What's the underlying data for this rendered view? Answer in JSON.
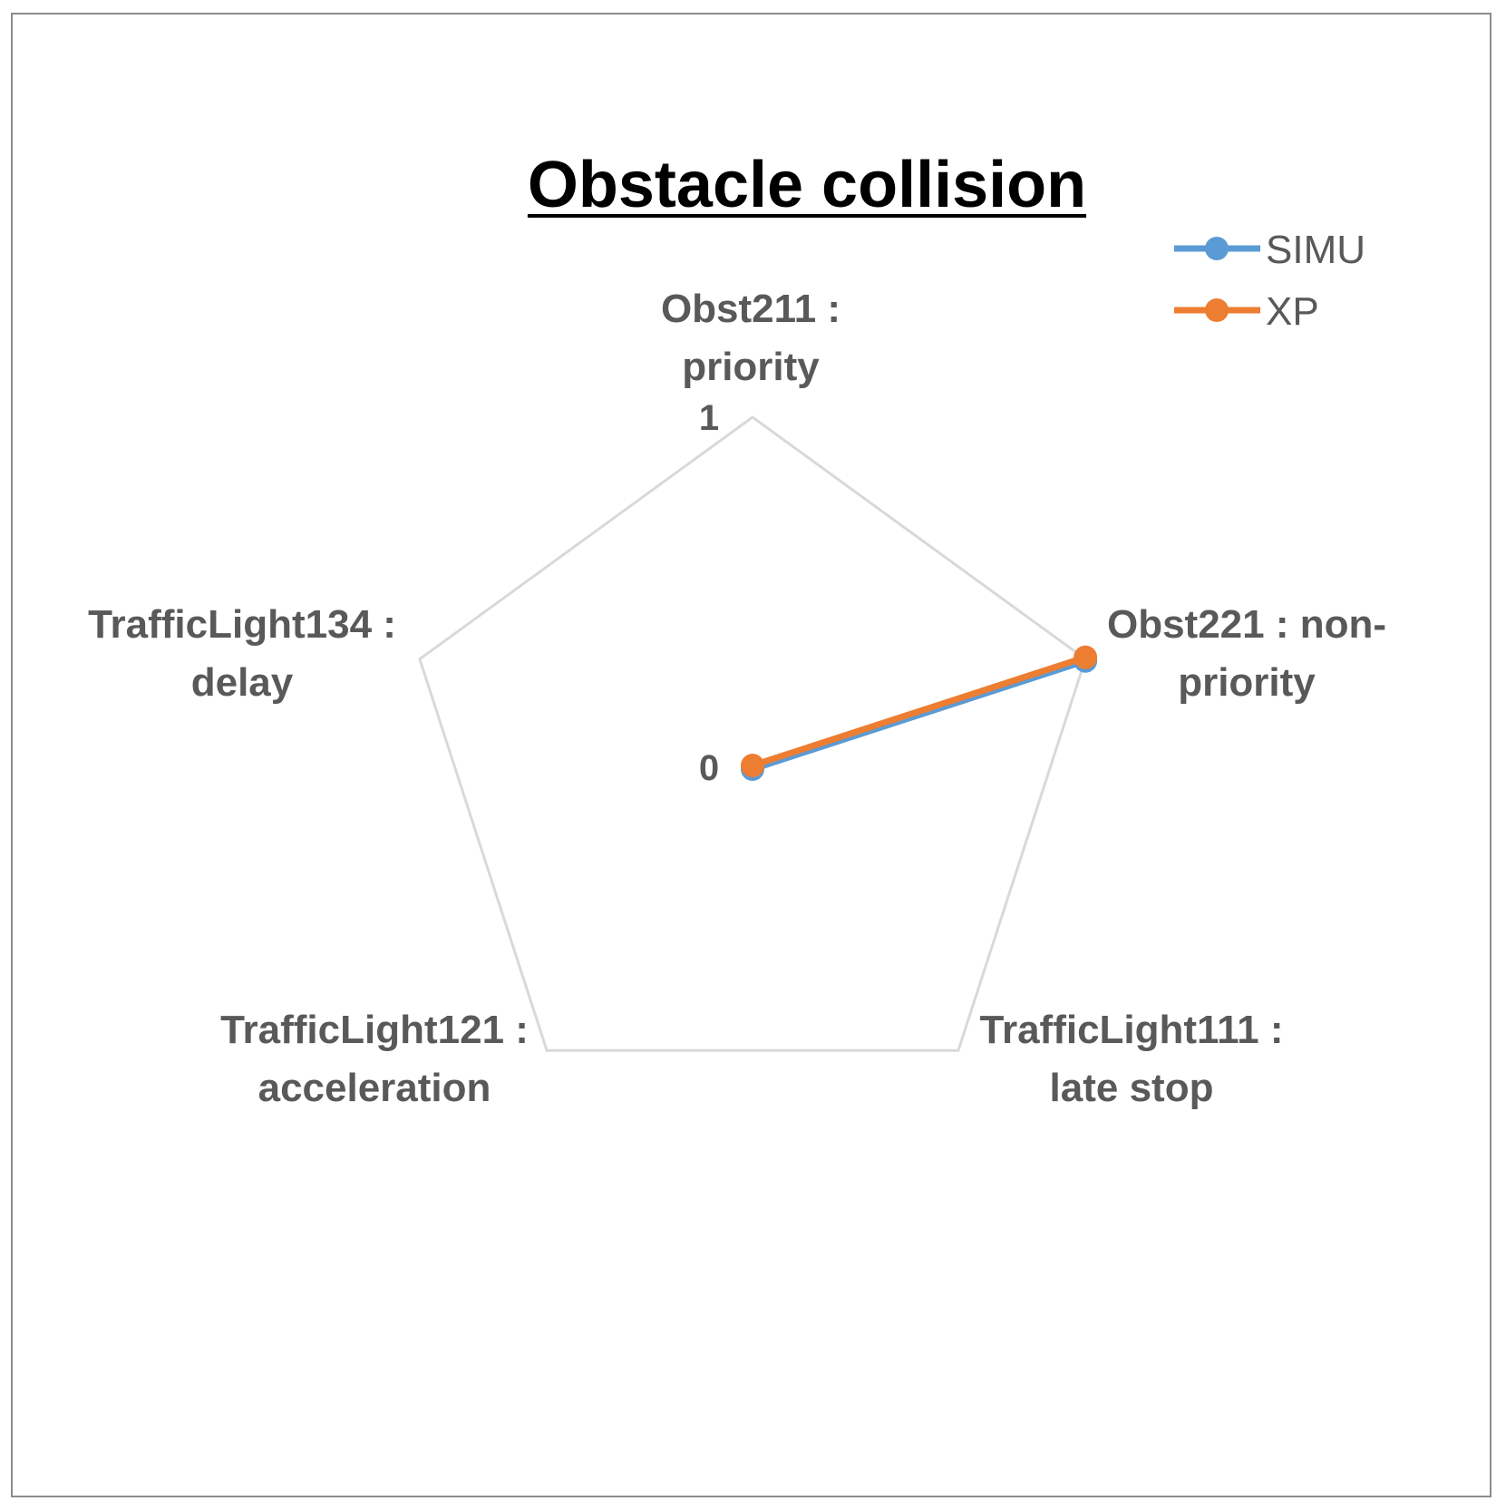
{
  "chart_data": {
    "type": "radar",
    "title": "Obstacle collision",
    "categories": [
      [
        "Obst211 :",
        "priority"
      ],
      [
        "Obst221 : non-",
        "priority"
      ],
      [
        "TrafficLight111 :",
        "late stop"
      ],
      [
        "TrafficLight121 :",
        "acceleration"
      ],
      [
        "TrafficLight134 :",
        "delay"
      ]
    ],
    "rlim": [
      0,
      1
    ],
    "ticks": [
      "0",
      "1"
    ],
    "grid": "outer-ring",
    "legend_position": "top-right",
    "series": [
      {
        "name": "SIMU",
        "color": "#5b9bd5",
        "values": [
          0,
          1,
          0,
          0,
          0
        ]
      },
      {
        "name": "XP",
        "color": "#ed7d31",
        "values": [
          0,
          1,
          0,
          0,
          0
        ]
      }
    ]
  }
}
